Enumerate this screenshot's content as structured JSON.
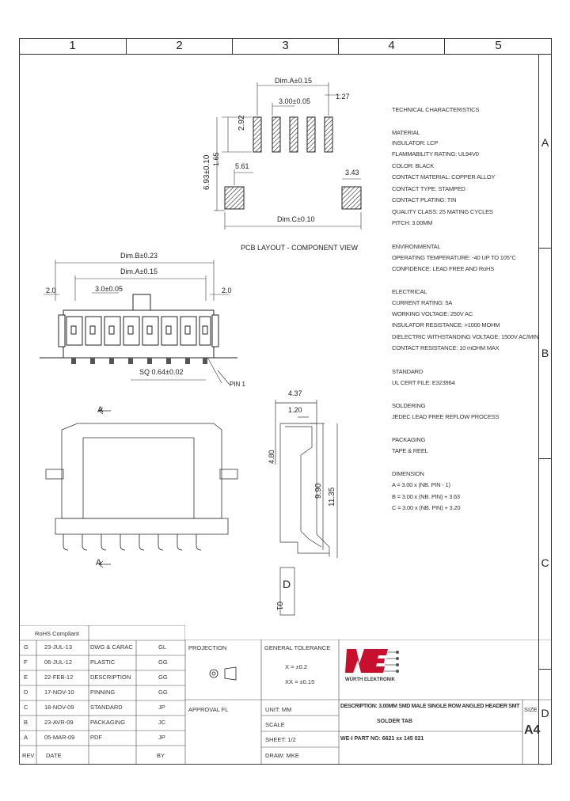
{
  "columns": [
    "1",
    "2",
    "3",
    "4",
    "5"
  ],
  "rows": [
    "A",
    "B",
    "C",
    "D"
  ],
  "pcb": {
    "caption": "PCB LAYOUT - COMPONENT VIEW",
    "dim_a": "Dim.A±0.15",
    "dim_3": "3.00±0.05",
    "dim_127": "1.27",
    "dim_292": "2.92",
    "dim_693": "6.93±0.10",
    "dim_165": "1.65",
    "dim_561": "5.61",
    "dim_343": "3.43",
    "dim_c": "Dim.C±0.10"
  },
  "front": {
    "dim_b": "Dim.B±0.23",
    "dim_a": "Dim.A±0.15",
    "dim_3": "3.0±0.05",
    "dim_20l": "2.0",
    "dim_20r": "2.0",
    "sq": "SQ 0.64±0.02",
    "pin1": "PIN 1",
    "section_a_top": "A",
    "section_a_bot": "A"
  },
  "side": {
    "dim_437": "4.37",
    "dim_120": "1.20",
    "dim_480": "4.80",
    "dim_990": "9.90",
    "dim_1135": "11.35",
    "detail_d": "D",
    "detail_num": "01"
  },
  "specs": [
    {
      "head": "TECHNICAL CHARACTERISTICS",
      "lines": []
    },
    {
      "head": "MATERIAL",
      "lines": [
        "INSULATOR: LCP",
        "FLAMMABILITY RATING: UL94V0",
        "COLOR: BLACK",
        "CONTACT MATERIAL: COPPER ALLOY",
        "CONTACT TYPE: STAMPED",
        "CONTACT PLATING: TIN",
        "QUALITY CLASS: 25 MATING CYCLES",
        "PITCH: 3.00MM"
      ]
    },
    {
      "head": "ENVIRONMENTAL",
      "lines": [
        "OPERATING TEMPERATURE: -40 UP TO 105°C",
        "CONFIDENCE: LEAD FREE AND RoHS"
      ]
    },
    {
      "head": "ELECTRICAL",
      "lines": [
        "CURRENT RATING: 5A",
        "WORKING VOLTAGE: 250V AC",
        "INSULATOR RESISTANCE: >1000 MOHM",
        "DIELECTRIC WITHSTANDING VOLTAGE: 1500V AC/MIN",
        "CONTACT RESISTANCE: 10 mOHM MAX"
      ]
    },
    {
      "head": "STANDARD",
      "lines": [
        "UL CERT FILE: E323964"
      ]
    },
    {
      "head": "SOLDERING",
      "lines": [
        "JEDEC LEAD FREE REFLOW PROCESS"
      ]
    },
    {
      "head": "PACKAGING",
      "lines": [
        "TAPE & REEL"
      ]
    },
    {
      "head": "DIMENSION",
      "lines": [
        "A = 3.00 x (NB. PIN - 1)",
        "B = 3.00 x (NB. PIN) + 3.63",
        "C = 3.00 x (NB. PIN) + 3.20"
      ]
    }
  ],
  "revisions": {
    "rohs": "RoHS Compliant",
    "rows": [
      [
        "G",
        "23-JUL-13",
        "DWG & CARAC",
        "GL"
      ],
      [
        "F",
        "06-JUL-12",
        "PLASTIC",
        "GG"
      ],
      [
        "E",
        "22-FEB-12",
        "DESCRIPTION",
        "GG"
      ],
      [
        "D",
        "17-NOV-10",
        "PINNING",
        "GG"
      ],
      [
        "C",
        "18-NOV-09",
        "STANDARD",
        "JP"
      ],
      [
        "B",
        "23-AVR-09",
        "PACKAGING",
        "JC"
      ],
      [
        "A",
        "05-MAR-09",
        "PDF",
        "JP"
      ]
    ],
    "header": [
      "REV",
      "DATE",
      "",
      "BY"
    ]
  },
  "title_block": {
    "projection": "PROJECTION",
    "approval": "APPROVAL FL",
    "tolerance_head": "GENERAL TOLERANCE",
    "tol1": "X = ±0.2",
    "tol2": "XX = ±0.15",
    "unit": "UNIT: MM",
    "scale": "SCALE",
    "sheet": "SHEET: 1/2",
    "drawn": "DRAW: MKE",
    "brand": "WÜRTH ELEKTRONIK",
    "description": "DESCRIPTION: 3.00MM SMD MALE SINGLE ROW ANGLED HEADER SMT",
    "description2": "SOLDER TAB",
    "part": "WE-I PART NO: 6621 xx 145 021",
    "size_label": "SIZE",
    "size": "A4"
  }
}
